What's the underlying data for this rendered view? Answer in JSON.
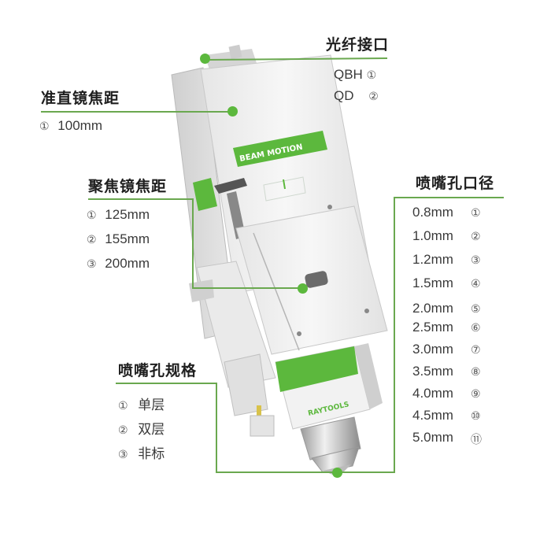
{
  "colors": {
    "accent": "#5cb83d",
    "line": "#6aa84f",
    "text": "#333333"
  },
  "product": {
    "brand_top": "BEAM MOTION",
    "brand_bottom": "RAYTOOLS"
  },
  "callouts": {
    "fiber_interface": {
      "title": "光纤接口",
      "items": [
        {
          "label": "QBH",
          "num": "①"
        },
        {
          "label": "QD",
          "num": "②"
        }
      ]
    },
    "collimator_focal": {
      "title": "准直镜焦距",
      "items": [
        {
          "num": "①",
          "label": "100mm"
        }
      ]
    },
    "focus_focal": {
      "title": "聚焦镜焦距",
      "items": [
        {
          "num": "①",
          "label": "125mm"
        },
        {
          "num": "②",
          "label": "155mm"
        },
        {
          "num": "③",
          "label": "200mm"
        }
      ]
    },
    "nozzle_diameter": {
      "title": "喷嘴孔口径",
      "items": [
        {
          "label": "0.8mm",
          "num": "①"
        },
        {
          "label": "1.0mm",
          "num": "②"
        },
        {
          "label": "1.2mm",
          "num": "③"
        },
        {
          "label": "1.5mm",
          "num": "④"
        },
        {
          "label": "2.0mm",
          "num": "⑤"
        },
        {
          "label": "2.5mm",
          "num": "⑥"
        },
        {
          "label": "3.0mm",
          "num": "⑦"
        },
        {
          "label": "3.5mm",
          "num": "⑧"
        },
        {
          "label": "4.0mm",
          "num": "⑨"
        },
        {
          "label": "4.5mm",
          "num": "⑩"
        },
        {
          "label": "5.0mm",
          "num": "⑪"
        }
      ]
    },
    "nozzle_spec": {
      "title": "喷嘴孔规格",
      "items": [
        {
          "num": "①",
          "label": "单层"
        },
        {
          "num": "②",
          "label": "双层"
        },
        {
          "num": "③",
          "label": "非标"
        }
      ]
    }
  }
}
